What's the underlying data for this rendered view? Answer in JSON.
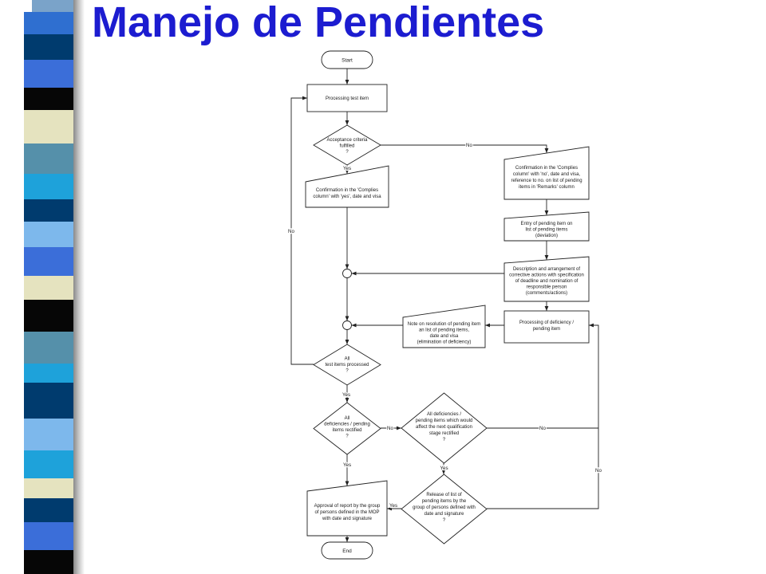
{
  "slide": {
    "title": "Manejo de Pendientes",
    "title_color": "#1c1cd0"
  },
  "flowchart": {
    "start": "Start",
    "processing_test_item": "Processing test item",
    "acceptance_decision": [
      "Acceptance criteria",
      "fulfilled",
      "?"
    ],
    "confirm_no": [
      "Confirmation in the 'Complies",
      "column' with 'no', date and visa,",
      "reference to no. on list of pending",
      "items in 'Remarks' column"
    ],
    "confirm_yes": [
      "Confirmation in the 'Complies",
      "column' with 'yes', date and visa"
    ],
    "entry_pending": [
      "Entry of pending item on",
      "list of pending items",
      "(deviation)"
    ],
    "corrective_actions": [
      "Description and arrangement of",
      "corrective actions with specification",
      "of deadline and nomination of",
      "responsible person",
      "(comments/actions)"
    ],
    "processing_deficiency": [
      "Processing of deficiency /",
      "pending item"
    ],
    "resolution_note": [
      "Note on resolution of pending item",
      "an list of pending items,",
      "date and visa",
      "(elimination of deficiency)"
    ],
    "all_items_decision": [
      "All",
      "test items processed",
      "?"
    ],
    "all_deficiencies_decision": [
      "All",
      "deficiencies / pending",
      "items rectified",
      "?"
    ],
    "next_stage_decision": [
      "All deficiencies /",
      "pending items which would",
      "affect the next qualification",
      "stage rectified",
      "?"
    ],
    "release_decision": [
      "Release of list of",
      "pending items by the",
      "group of persons defined with",
      "date and signature",
      "?"
    ],
    "approval": [
      "Approval of report by the group",
      "of persons defined in the MOP",
      "with date and signature"
    ],
    "end": "End",
    "edge_labels": {
      "acceptance_no": "No",
      "acceptance_yes": "Yes",
      "all_items_no": "No",
      "all_items_yes": "Yes",
      "all_deficiencies_no": "No",
      "all_deficiencies_yes": "Yes",
      "next_stage_no": "No",
      "next_stage_yes": "Yes",
      "release_no": "No",
      "release_yes": "Yes"
    }
  }
}
